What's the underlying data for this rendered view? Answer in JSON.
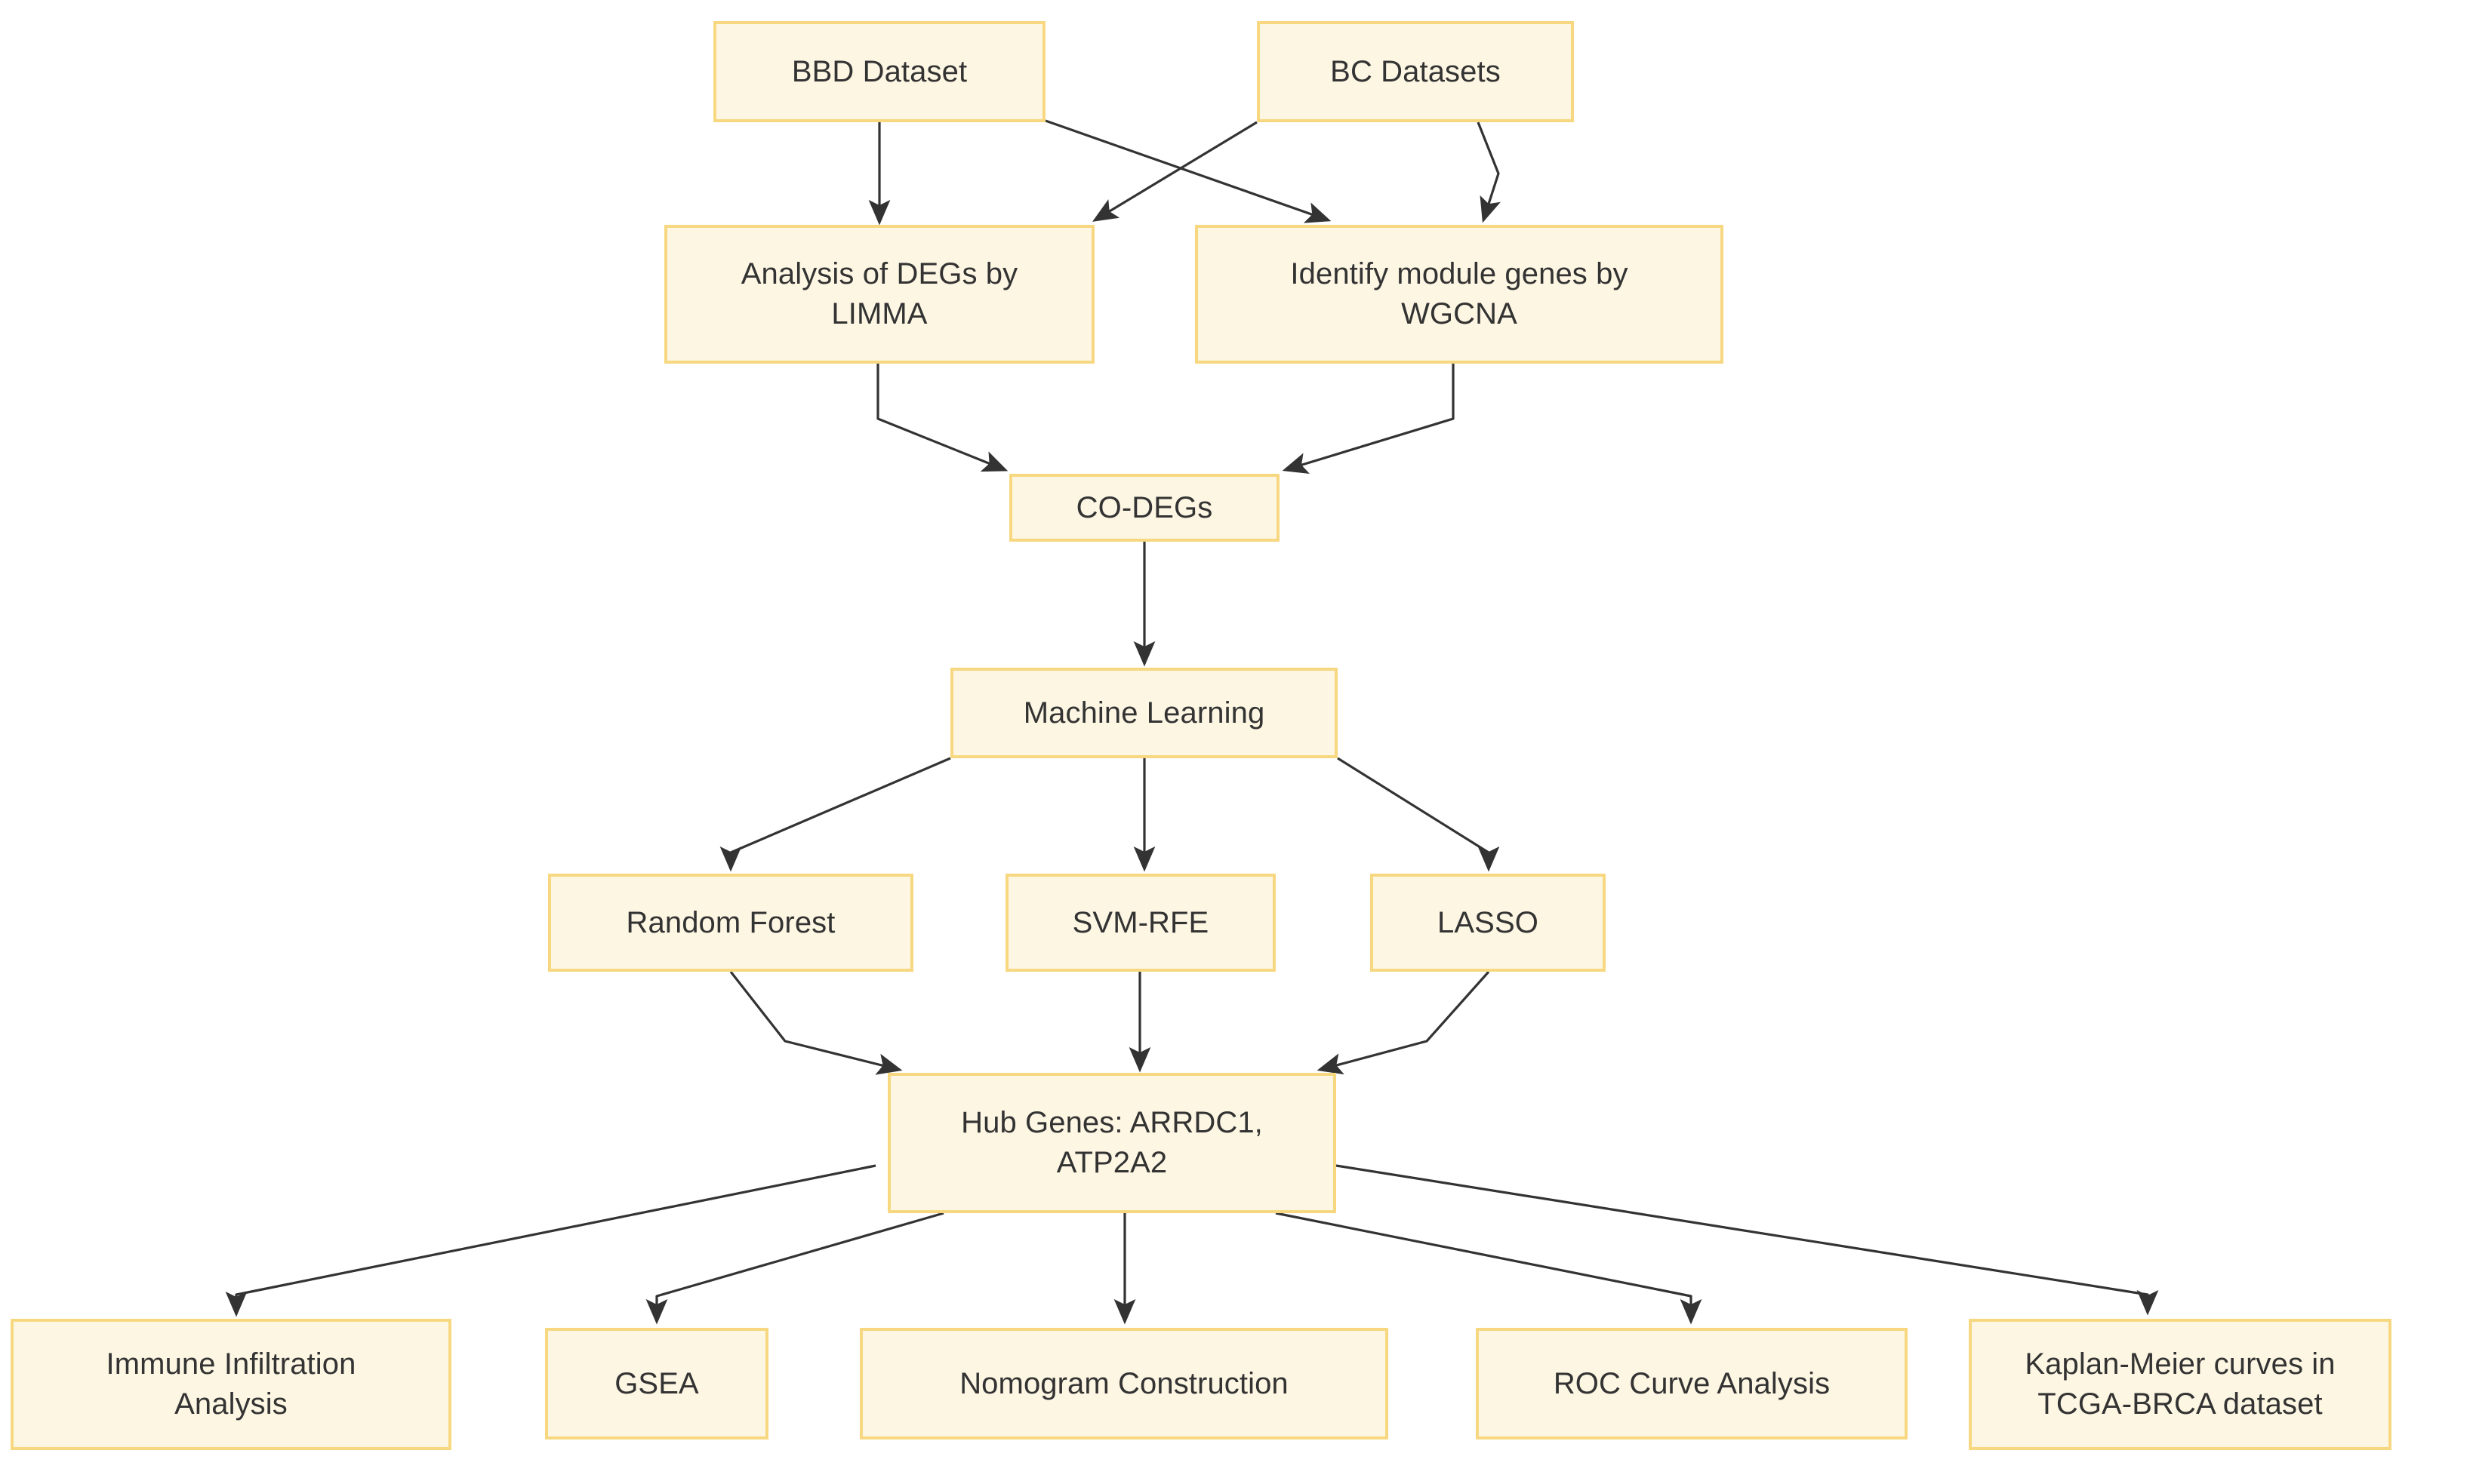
{
  "diagram": {
    "title": "Bioinformatics study workflow flowchart",
    "type": "flowchart",
    "background_color": "#ffffff",
    "node_fill_color": "#fdf6e3",
    "node_border_color": "#f7d881",
    "edge_color": "#333333",
    "text_color": "#333333"
  },
  "nodes": {
    "bbd_dataset": {
      "label": "BBD Dataset"
    },
    "bc_datasets": {
      "label": "BC Datasets"
    },
    "limma": {
      "label": "Analysis of DEGs by\nLIMMA"
    },
    "wgcna": {
      "label": "Identify module genes by\nWGCNA"
    },
    "co_degs": {
      "label": "CO-DEGs"
    },
    "machine_learning": {
      "label": "Machine Learning"
    },
    "random_forest": {
      "label": "Random Forest"
    },
    "svm_rfe": {
      "label": "SVM-RFE"
    },
    "lasso": {
      "label": "LASSO"
    },
    "hub_genes": {
      "label": "Hub Genes: ARRDC1,\nATP2A2"
    },
    "immune_infiltration": {
      "label": "Immune Infiltration\nAnalysis"
    },
    "gsea": {
      "label": "GSEA"
    },
    "nomogram": {
      "label": "Nomogram Construction"
    },
    "roc_curve": {
      "label": "ROC Curve Analysis"
    },
    "kaplan_meier": {
      "label": "Kaplan-Meier curves in\nTCGA-BRCA dataset"
    }
  },
  "edges": [
    {
      "from": "bbd_dataset",
      "to": "limma"
    },
    {
      "from": "bbd_dataset",
      "to": "wgcna"
    },
    {
      "from": "bc_datasets",
      "to": "limma"
    },
    {
      "from": "bc_datasets",
      "to": "wgcna"
    },
    {
      "from": "limma",
      "to": "co_degs"
    },
    {
      "from": "wgcna",
      "to": "co_degs"
    },
    {
      "from": "co_degs",
      "to": "machine_learning"
    },
    {
      "from": "machine_learning",
      "to": "random_forest"
    },
    {
      "from": "machine_learning",
      "to": "svm_rfe"
    },
    {
      "from": "machine_learning",
      "to": "lasso"
    },
    {
      "from": "random_forest",
      "to": "hub_genes"
    },
    {
      "from": "svm_rfe",
      "to": "hub_genes"
    },
    {
      "from": "lasso",
      "to": "hub_genes"
    },
    {
      "from": "hub_genes",
      "to": "immune_infiltration"
    },
    {
      "from": "hub_genes",
      "to": "gsea"
    },
    {
      "from": "hub_genes",
      "to": "nomogram"
    },
    {
      "from": "hub_genes",
      "to": "roc_curve"
    },
    {
      "from": "hub_genes",
      "to": "kaplan_meier"
    }
  ]
}
